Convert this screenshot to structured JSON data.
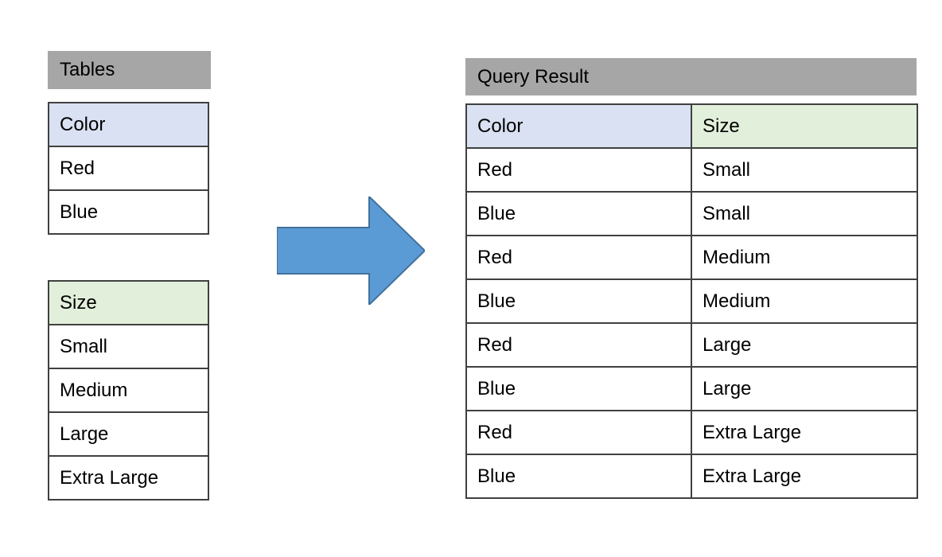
{
  "diagram": {
    "tables_label": "Tables",
    "query_result_label": "Query Result",
    "color_table": {
      "header": "Color",
      "rows": [
        "Red",
        "Blue"
      ]
    },
    "size_table": {
      "header": "Size",
      "rows": [
        "Small",
        "Medium",
        "Large",
        "Extra Large"
      ]
    },
    "result_table": {
      "headers": [
        "Color",
        "Size"
      ],
      "rows": [
        [
          "Red",
          "Small"
        ],
        [
          "Blue",
          "Small"
        ],
        [
          "Red",
          "Medium"
        ],
        [
          "Blue",
          "Medium"
        ],
        [
          "Red",
          "Large"
        ],
        [
          "Blue",
          "Large"
        ],
        [
          "Red",
          "Extra Large"
        ],
        [
          "Blue",
          "Extra Large"
        ]
      ]
    },
    "colors": {
      "section_header_bg": "#a6a6a6",
      "color_header_bg": "#d9e1f2",
      "size_header_bg": "#e2efda",
      "arrow_fill": "#5b9bd5",
      "arrow_stroke": "#41719c",
      "table_border": "#404040"
    }
  }
}
